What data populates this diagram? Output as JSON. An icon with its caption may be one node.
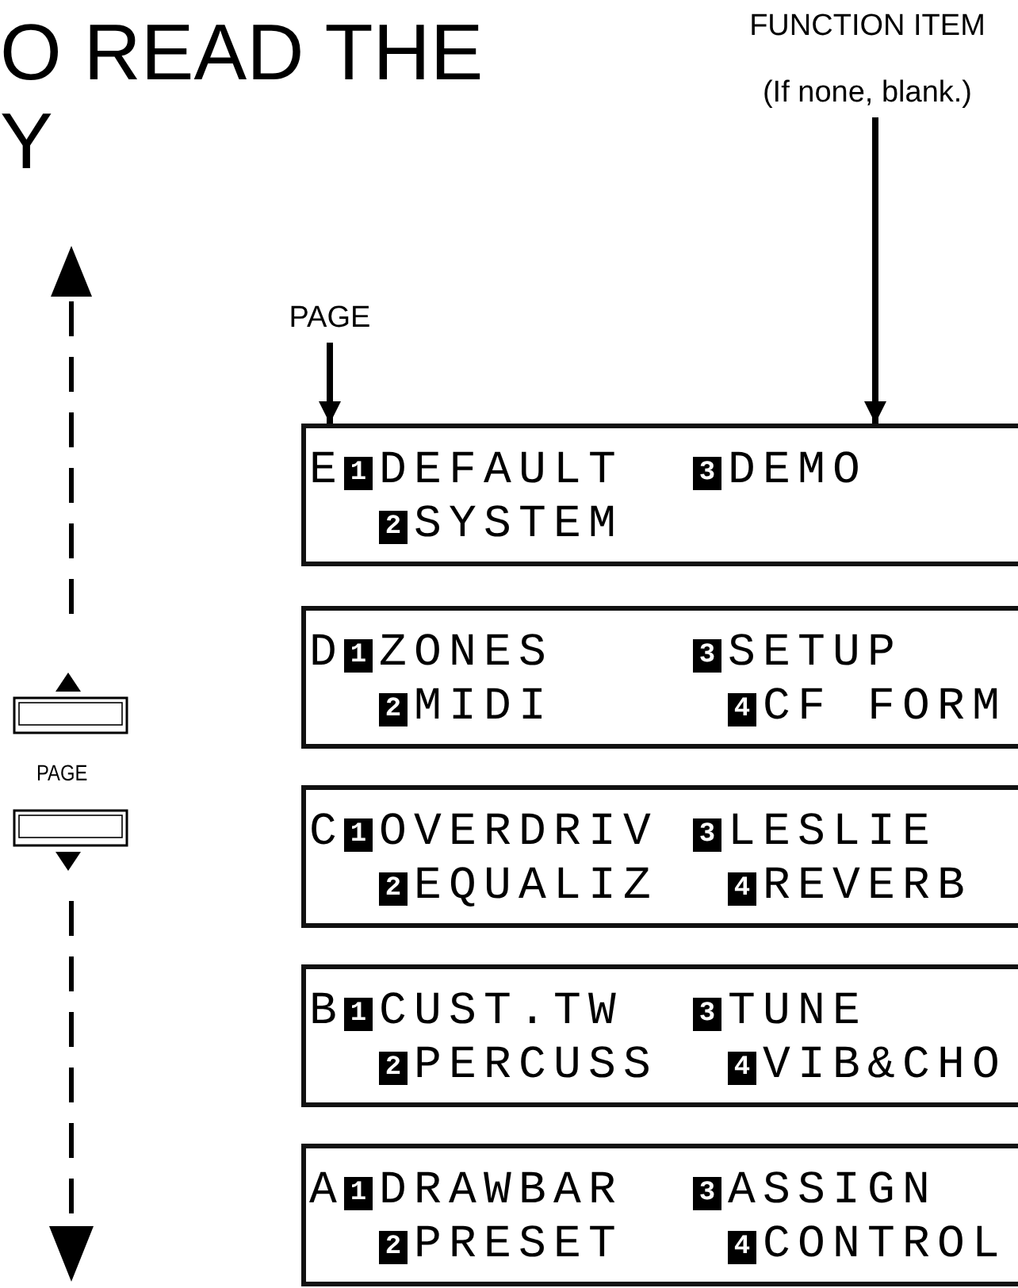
{
  "diagram": {
    "nodes": [
      {
        "text": [
          "PAGE"
        ]
      },
      {
        "text": [
          "FUNCTION ITEM",
          "(If none, blank.)"
        ]
      },
      {
        "text": [
          "E",
          "1DEFAULT",
          "3DEMO",
          "2SYSTEM"
        ]
      },
      {
        "text": [
          "D",
          "1ZONES",
          "3SETUP",
          "2MIDI",
          "4CF FORM"
        ]
      },
      {
        "text": [
          "C",
          "1OVERDRIV",
          "3LESLIE",
          "2EQUALIZ",
          "4REVERB"
        ]
      },
      {
        "text": [
          "B",
          "1CUST.TW",
          "3TUNE",
          "2PERCUSS",
          "4VIB&CHO"
        ]
      },
      {
        "text": [
          "A",
          "1DRAWBAR",
          "3ASSIGN",
          "2PRESET",
          "4CONTROL"
        ]
      }
    ],
    "edges": [
      {
        "from": 0,
        "to": 2,
        "arrow": "to"
      },
      {
        "from": 1,
        "to": 2,
        "arrow": "to"
      }
    ],
    "labels": [
      "O READ THE",
      "Y",
      "PAGE"
    ]
  }
}
